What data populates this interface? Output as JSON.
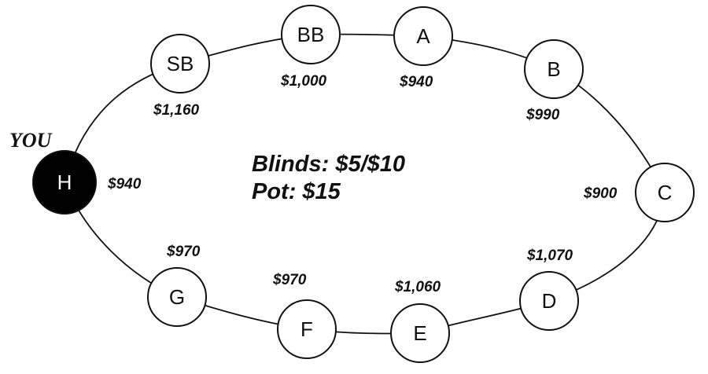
{
  "table": {
    "you_label": "YOU",
    "blinds": "Blinds: $5/$10",
    "pot": "Pot: $15",
    "seats": [
      {
        "id": "sb",
        "label": "SB",
        "stack": "$1,160",
        "is_you": false
      },
      {
        "id": "bb",
        "label": "BB",
        "stack": "$1,000",
        "is_you": false
      },
      {
        "id": "a",
        "label": "A",
        "stack": "$940",
        "is_you": false
      },
      {
        "id": "b",
        "label": "B",
        "stack": "$990",
        "is_you": false
      },
      {
        "id": "c",
        "label": "C",
        "stack": "$900",
        "is_you": false
      },
      {
        "id": "d",
        "label": "D",
        "stack": "$1,070",
        "is_you": false
      },
      {
        "id": "e",
        "label": "E",
        "stack": "$1,060",
        "is_you": false
      },
      {
        "id": "f",
        "label": "F",
        "stack": "$970",
        "is_you": false
      },
      {
        "id": "g",
        "label": "G",
        "stack": "$970",
        "is_you": false
      },
      {
        "id": "h",
        "label": "H",
        "stack": "$940",
        "is_you": true
      }
    ]
  },
  "colors": {
    "seat_fill": "#ffffff",
    "seat_stroke": "#111111",
    "you_fill": "#000000",
    "line": "#111111"
  }
}
